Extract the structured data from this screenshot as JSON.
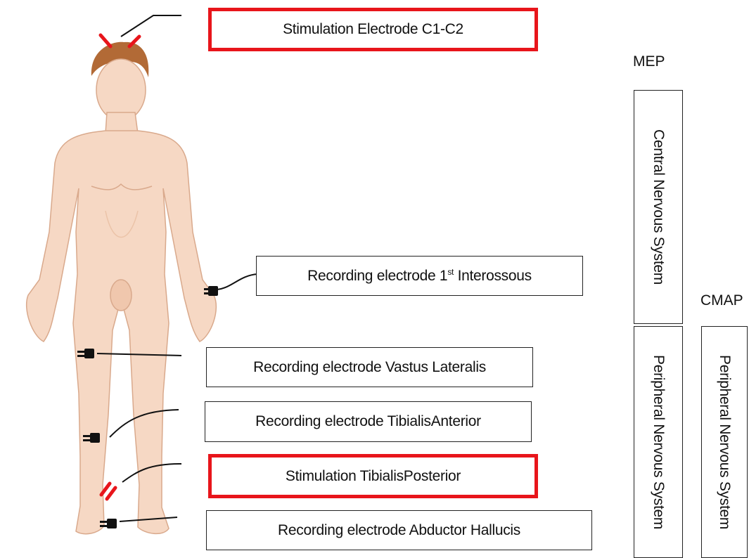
{
  "labels": {
    "stim_c1c2": "Stimulation Electrode C1-C2",
    "rec_interossous_pre": "Recording electrode 1",
    "rec_interossous_sup": "st",
    "rec_interossous_post": " Interossous",
    "rec_vastus": "Recording electrode Vastus Lateralis",
    "rec_tibialis_anterior": "Recording electrode TibialisAnterior",
    "stim_tibialis_posterior": "Stimulation TibialisPosterior",
    "rec_abductor": "Recording electrode Abductor Hallucis"
  },
  "columns": {
    "mep_header": "MEP",
    "cmap_header": "CMAP",
    "mep_central": "Central Nervous System",
    "mep_peripheral": "Peripheral Nervous System",
    "cmap_peripheral": "Peripheral Nervous System"
  },
  "colors": {
    "stimulation": "#e8151b",
    "recording": "#111111",
    "skin": "#f6d8c4",
    "hair": "#b26a36"
  }
}
